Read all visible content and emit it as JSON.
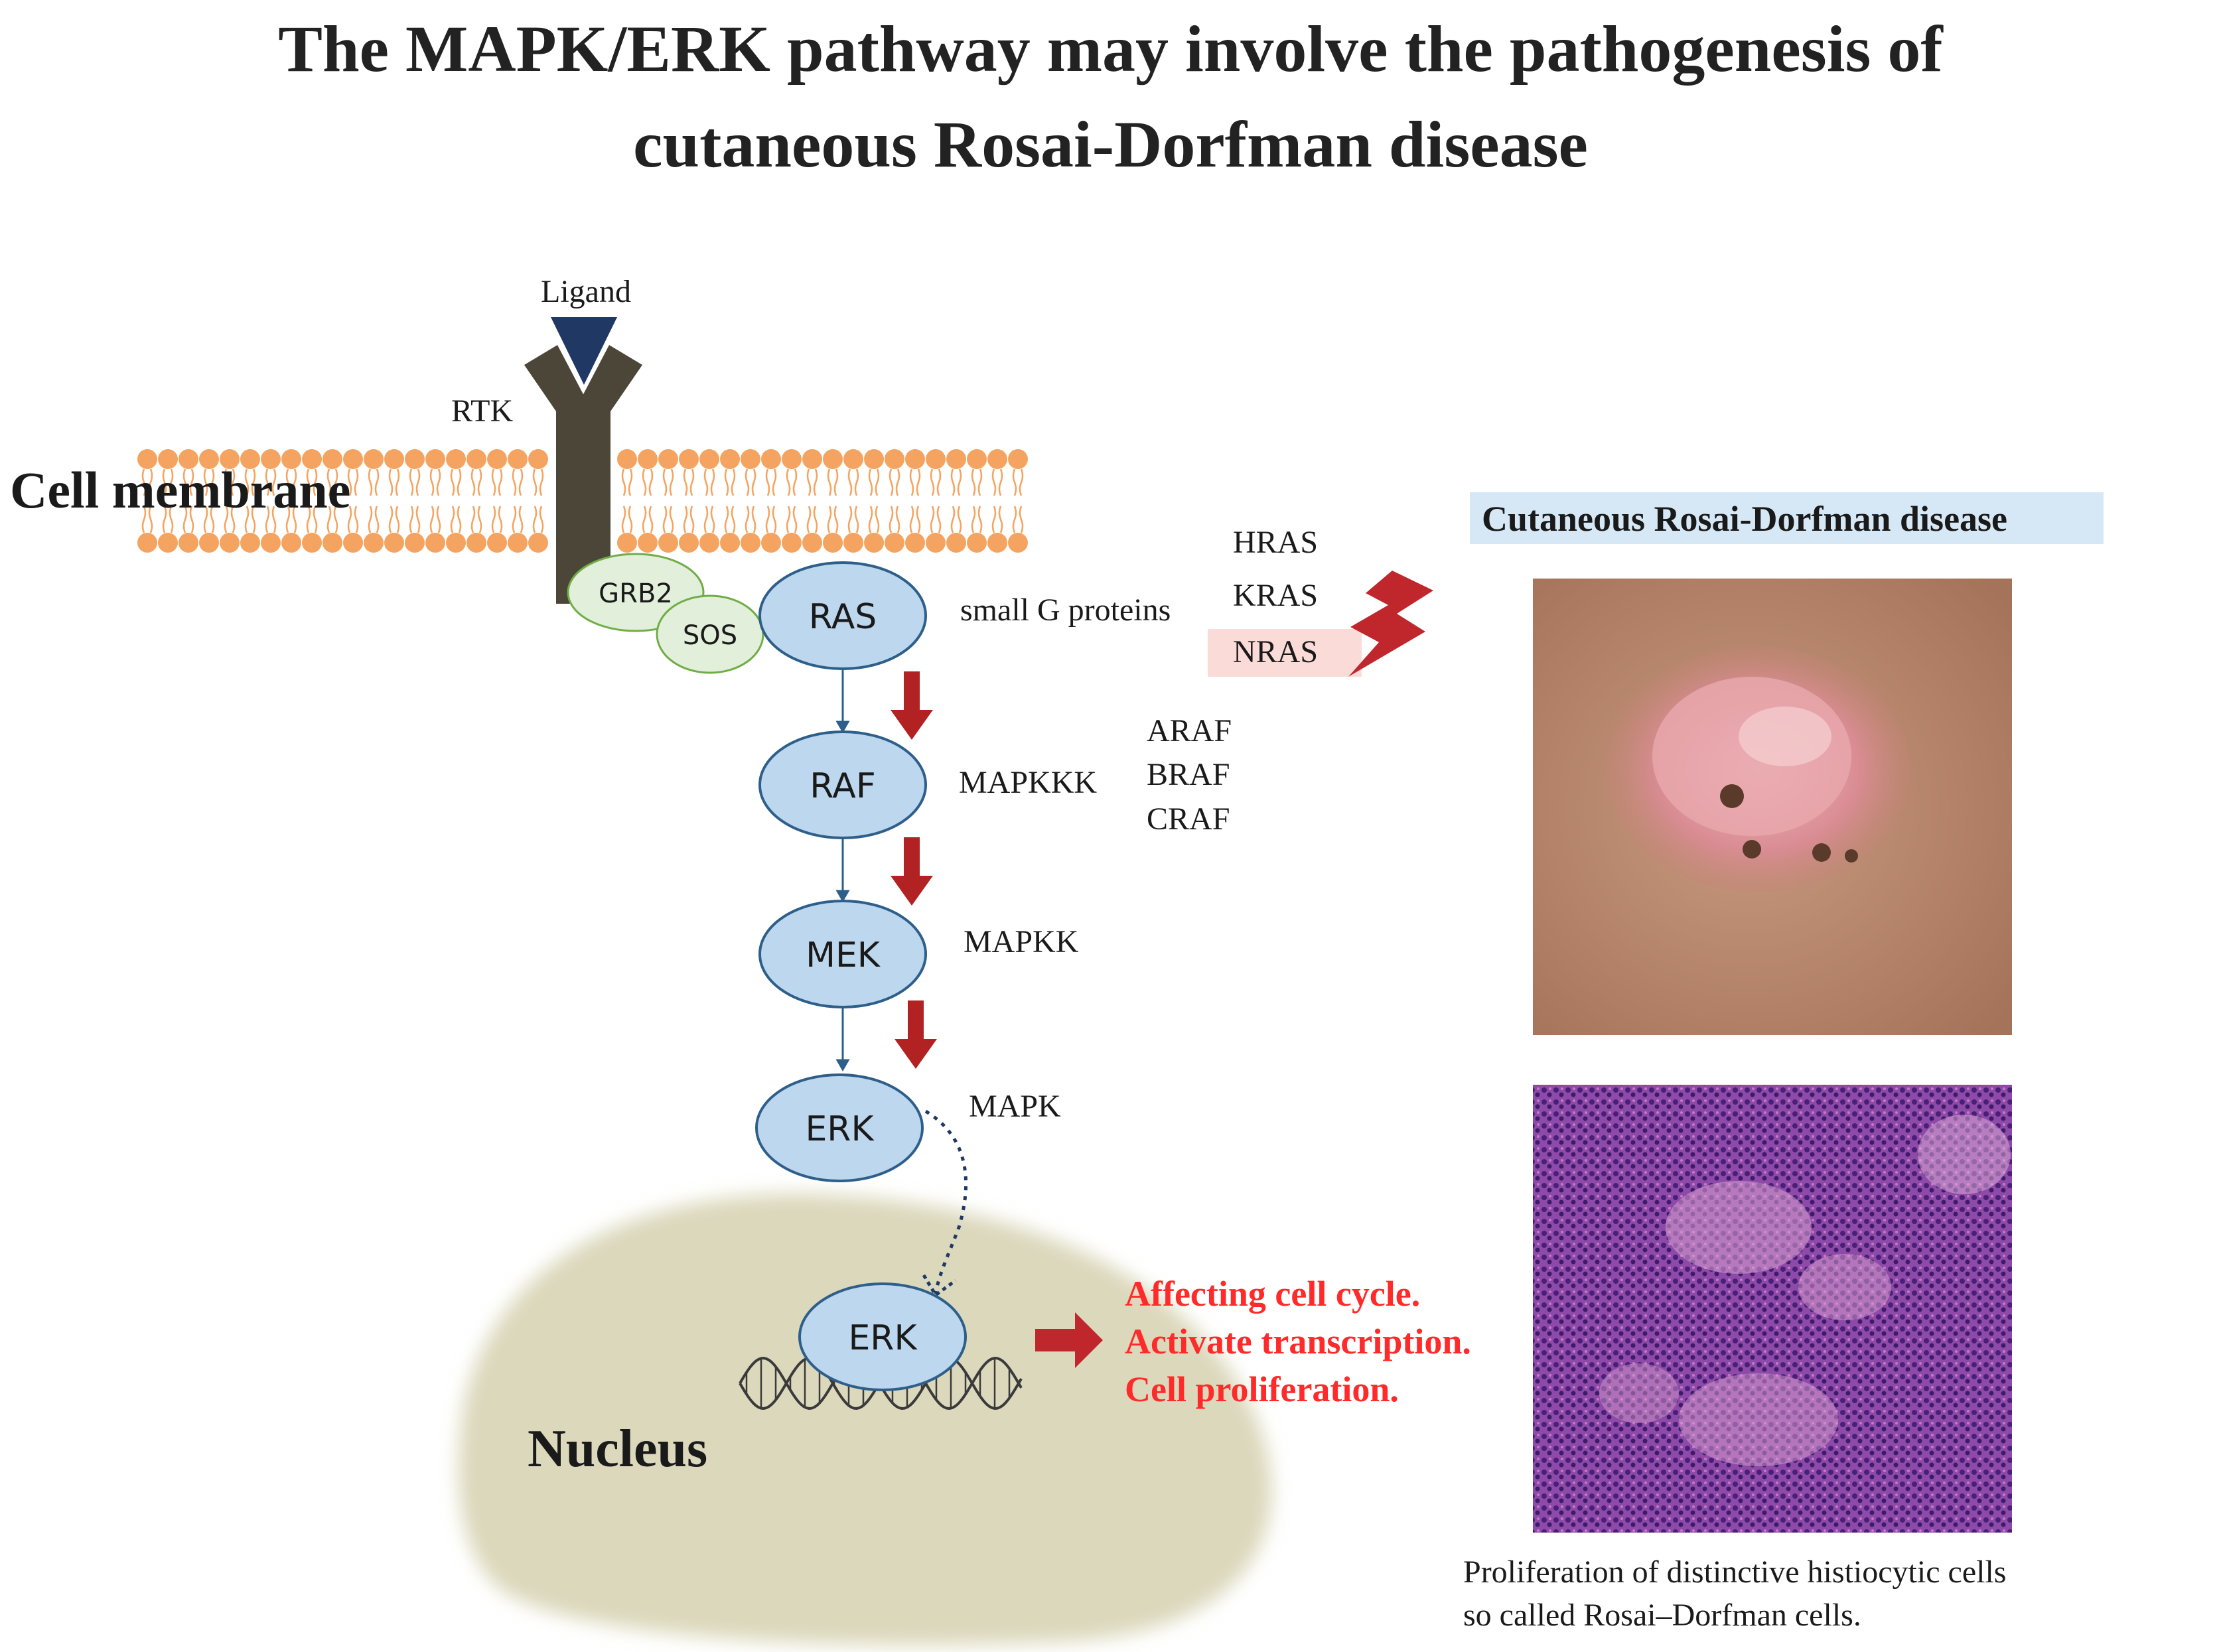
{
  "title": {
    "line1": "The MAPK/ERK pathway may involve the pathogenesis of",
    "line2": "cutaneous Rosai-Dorfman disease"
  },
  "labels": {
    "ligand": "Ligand",
    "rtk": "RTK",
    "cell_membrane": "Cell membrane",
    "grb2": "GRB2",
    "sos": "SOS",
    "nucleus": "Nucleus"
  },
  "cascade": [
    {
      "node": "RAS",
      "class": "small G proteins"
    },
    {
      "node": "RAF",
      "class": "MAPKKK"
    },
    {
      "node": "MEK",
      "class": "MAPKK"
    },
    {
      "node": "ERK",
      "class": "MAPK"
    }
  ],
  "ras_isoforms": [
    "HRAS",
    "KRAS",
    "NRAS"
  ],
  "raf_isoforms": [
    "ARAF",
    "BRAF",
    "CRAF"
  ],
  "nuclear_erk": "ERK",
  "effects": [
    "Affecting cell cycle.",
    "Activate transcription.",
    "Cell proliferation."
  ],
  "panel": {
    "title": "Cutaneous Rosai-Dorfman disease",
    "caption_line1": "Proliferation of distinctive histiocytic cells",
    "caption_line2": "so called Rosai–Dorfman cells."
  },
  "colors": {
    "node_fill": "#bdd7ee",
    "node_stroke": "#2e5f8a",
    "adaptor_fill": "#e2efda",
    "adaptor_stroke": "#70ad47",
    "membrane": "#f4a460",
    "receptor": "#4b4637",
    "ligand": "#1f3864",
    "arrow_red": "#b22222",
    "effect_red": "#ff2a2a",
    "nras_highlight": "#fadbd8",
    "panel_title_bg": "#d6e8f5",
    "nucleus_fill": "#dcd8bc"
  }
}
